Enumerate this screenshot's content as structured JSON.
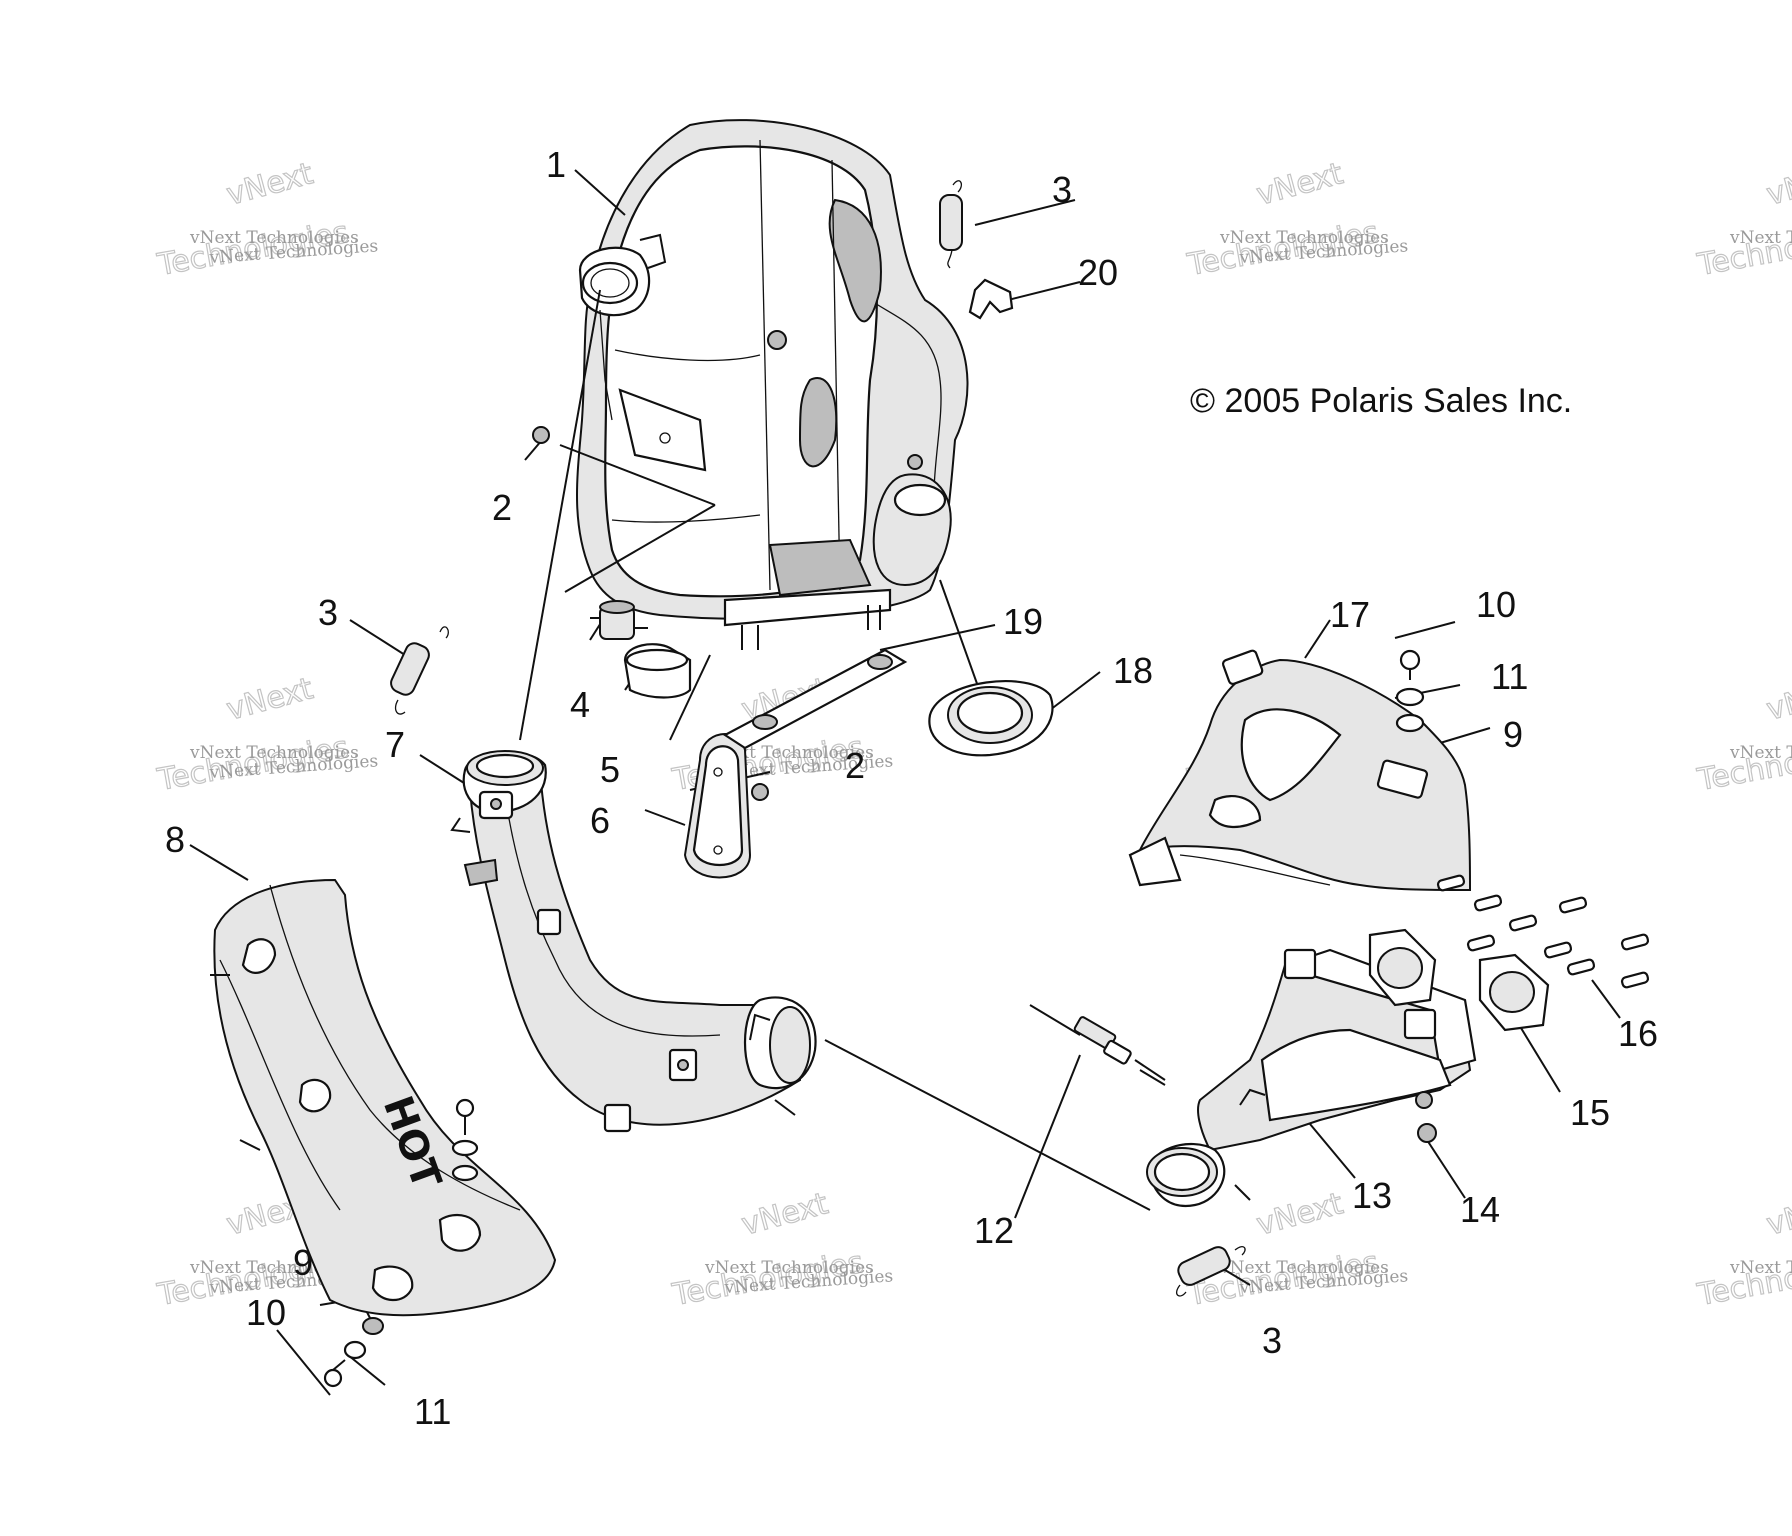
{
  "copyright": "© 2005 Polaris Sales Inc.",
  "engraving": "HOT",
  "watermark": {
    "line1": "vNext Technologies",
    "line2": "vNext",
    "line3": "Technologies"
  },
  "callouts": [
    {
      "id": "c1",
      "label": "1"
    },
    {
      "id": "c2a",
      "label": "2"
    },
    {
      "id": "c2b",
      "label": "2"
    },
    {
      "id": "c3a",
      "label": "3"
    },
    {
      "id": "c3b",
      "label": "3"
    },
    {
      "id": "c3c",
      "label": "3"
    },
    {
      "id": "c4",
      "label": "4"
    },
    {
      "id": "c5",
      "label": "5"
    },
    {
      "id": "c6",
      "label": "6"
    },
    {
      "id": "c7",
      "label": "7"
    },
    {
      "id": "c8",
      "label": "8"
    },
    {
      "id": "c9a",
      "label": "9"
    },
    {
      "id": "c9b",
      "label": "9"
    },
    {
      "id": "c10a",
      "label": "10"
    },
    {
      "id": "c10b",
      "label": "10"
    },
    {
      "id": "c11a",
      "label": "11"
    },
    {
      "id": "c11b",
      "label": "11"
    },
    {
      "id": "c12",
      "label": "12"
    },
    {
      "id": "c13",
      "label": "13"
    },
    {
      "id": "c14",
      "label": "14"
    },
    {
      "id": "c15",
      "label": "15"
    },
    {
      "id": "c16",
      "label": "16"
    },
    {
      "id": "c17",
      "label": "17"
    },
    {
      "id": "c18",
      "label": "18"
    },
    {
      "id": "c19",
      "label": "19"
    },
    {
      "id": "c20",
      "label": "20"
    }
  ]
}
